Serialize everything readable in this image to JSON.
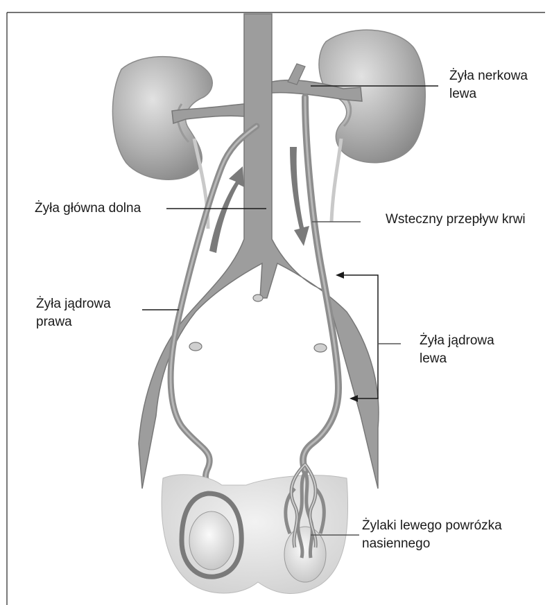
{
  "labels": {
    "renal_vein_left": {
      "line1": "Żyła nerkowa",
      "line2": "lewa"
    },
    "inferior_vena_cava": "Żyła główna dolna",
    "reflux": "Wsteczny przepływ krwi",
    "testicular_vein_right": {
      "line1": "Żyła jądrowa",
      "line2": "prawa"
    },
    "testicular_vein_left": {
      "line1": "Żyła jądrowa",
      "line2": "lewa"
    },
    "varicocele_left": {
      "line1": "Żylaki lewego powrózka",
      "line2": "nasiennego"
    }
  },
  "colors": {
    "vessel": "#9a9a9a",
    "vessel_dark": "#6e6e6e",
    "kidney": "#a9a9a9",
    "kidney_light": "#d6d6d6",
    "scrotum": "#e4e4e4",
    "leader_line": "#1a1a1a",
    "frame": "#222222"
  }
}
